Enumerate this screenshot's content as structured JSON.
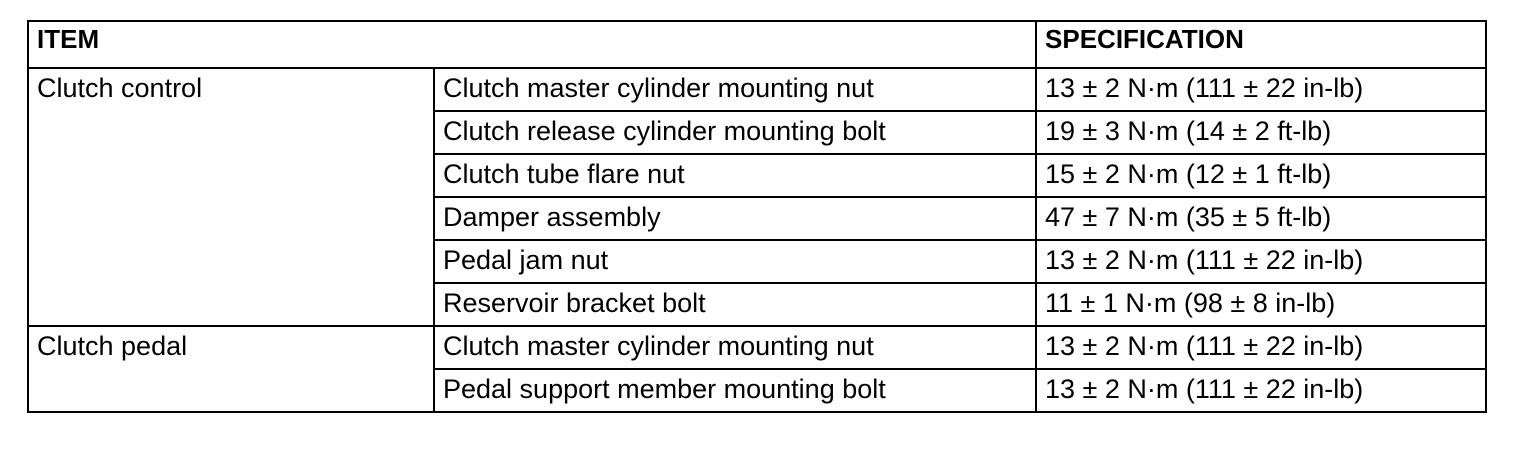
{
  "table": {
    "headers": {
      "item": "ITEM",
      "specification": "SPECIFICATION"
    },
    "groups": [
      {
        "category": "Clutch control",
        "rows": [
          {
            "item": "Clutch master cylinder mounting nut",
            "spec": "13 ± 2 N·m (111 ± 22 in-lb)"
          },
          {
            "item": "Clutch release cylinder mounting bolt",
            "spec": "19 ± 3 N·m (14 ± 2 ft-lb)"
          },
          {
            "item": "Clutch tube flare nut",
            "spec": "15 ± 2 N·m (12 ± 1 ft-lb)"
          },
          {
            "item": "Damper assembly",
            "spec": "47 ± 7 N·m (35 ± 5 ft-lb)"
          },
          {
            "item": "Pedal jam nut",
            "spec": "13 ± 2 N·m (111 ± 22 in-lb)"
          },
          {
            "item": "Reservoir bracket bolt",
            "spec": "11 ± 1 N·m (98 ± 8 in-lb)"
          }
        ]
      },
      {
        "category": "Clutch pedal",
        "rows": [
          {
            "item": "Clutch master cylinder mounting nut",
            "spec": "13 ± 2 N·m (111 ± 22 in-lb)"
          },
          {
            "item": "Pedal support member mounting bolt",
            "spec": "13 ± 2 N·m (111 ± 22 in-lb)"
          }
        ]
      }
    ]
  }
}
